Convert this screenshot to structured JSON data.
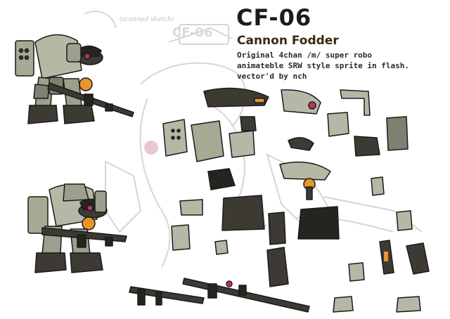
{
  "header": {
    "title": "CF-06",
    "subtitle": "Cannon Fodder",
    "description_lines": [
      "Original 4chan /m/ super robo",
      "animateble SRW style sprite in flash.",
      "vector'd by nch"
    ]
  },
  "sketch_notes": {
    "top": "(scanned sketch)",
    "mid": "CF-06"
  },
  "colors": {
    "armor_light": "#b4b9a6",
    "armor_mid": "#9aa08c",
    "armor_dark": "#7d8270",
    "frame_dark": "#3d3a34",
    "frame_black": "#26241f",
    "accent_orange": "#e8962a",
    "eye_magenta": "#c4306e",
    "sketch_gray": "#d9d9d9"
  },
  "parts_sheet": {
    "sprite_poses": [
      "standing-pose",
      "firing-pose"
    ],
    "loose_parts": [
      "head-visor",
      "shoulder-pad-left",
      "shoulder-pad-right",
      "hip-plate",
      "forearm",
      "hand",
      "foot",
      "knee-guard",
      "thigh-plate",
      "rifle",
      "rifle-long"
    ]
  }
}
